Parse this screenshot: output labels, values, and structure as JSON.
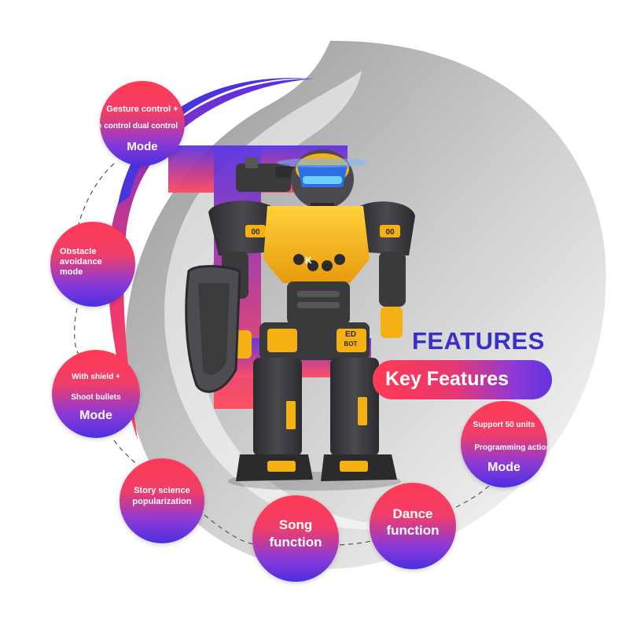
{
  "heading": "FEATURES",
  "key_label": "Key Features",
  "features": [
    {
      "lines": [
        "Gesture control +",
        "e control dual control",
        "Mode"
      ]
    },
    {
      "lines": [
        "Obstacle",
        "avoidance",
        "mode"
      ]
    },
    {
      "lines": [
        "With shield +",
        "Shoot bullets",
        "Mode"
      ]
    },
    {
      "lines": [
        "Story science",
        "popularization"
      ]
    },
    {
      "lines": [
        "Song",
        "function"
      ]
    },
    {
      "lines": [
        "Dance",
        "function"
      ]
    },
    {
      "lines": [
        "Support 50 units",
        "Programming action",
        "Mode"
      ]
    }
  ],
  "robot_chest_text": "K",
  "robot_leg_text_1": "ED",
  "robot_leg_text_2": "BOT",
  "robot_shoulder_text": "00",
  "colors": {
    "bubble_top": "#ff3a54",
    "bubble_bottom": "#4b2fe2",
    "heading": "#3a2fc9",
    "robot_armor": "#f5b014",
    "robot_body": "#3a3a3d",
    "arc_blue": "#4a34e0",
    "arc_pink": "#f04a6a"
  }
}
